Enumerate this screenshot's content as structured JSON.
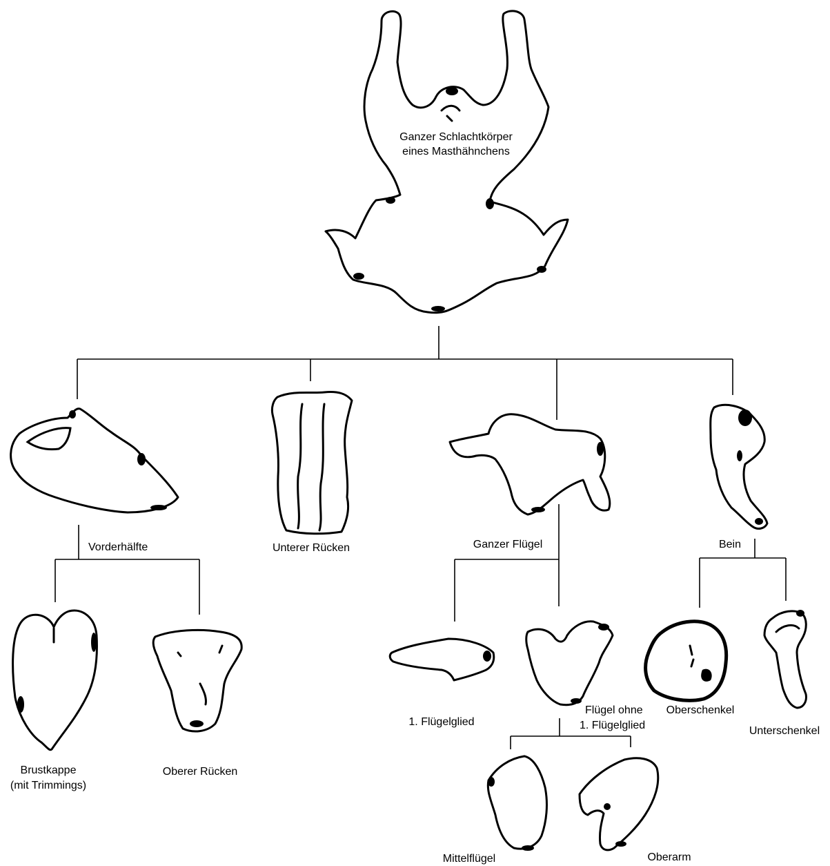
{
  "diagram": {
    "root": {
      "label_line1": "Ganzer Schlachtkörper",
      "label_line2": "eines Masthähnchens"
    },
    "vorderhaelfte": {
      "label": "Vorderhälfte"
    },
    "unterer_ruecken": {
      "label": "Unterer Rücken"
    },
    "ganzer_fluegel": {
      "label": "Ganzer Flügel"
    },
    "bein": {
      "label": "Bein"
    },
    "brustkappe": {
      "label_line1": "Brustkappe",
      "label_line2": "(mit Trimmings)"
    },
    "oberer_ruecken": {
      "label": "Oberer Rücken"
    },
    "erstes_fluegelglied": {
      "label": "1. Flügelglied"
    },
    "fluegel_ohne": {
      "label_line1": "Flügel ohne",
      "label_line2": "1. Flügelglied"
    },
    "oberschenkel": {
      "label": "Oberschenkel"
    },
    "unterschenkel": {
      "label": "Unterschenkel"
    },
    "mittelfluegel": {
      "label": "Mittelflügel"
    },
    "oberarm": {
      "label": "Oberarm"
    }
  }
}
